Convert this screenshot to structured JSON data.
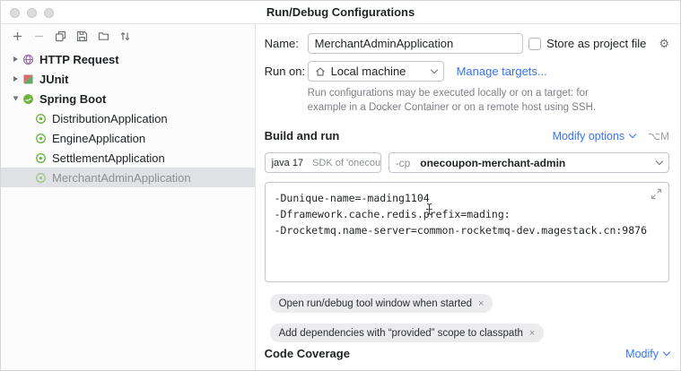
{
  "window": {
    "title": "Run/Debug Configurations"
  },
  "icons": {
    "gear": "⚙",
    "chip_remove": "×"
  },
  "colors": {
    "link_blue": "#3574f0",
    "selection_gray": "#dfe1e5",
    "spring_green": "#6db33f"
  },
  "sidebar": {
    "toolbar_icons": [
      "add",
      "remove",
      "copy",
      "save-configuration",
      "new-folder",
      "sort"
    ],
    "tree": [
      {
        "label": "HTTP Request"
      },
      {
        "label": "JUnit"
      },
      {
        "label": "Spring Boot"
      },
      {
        "label": "DistributionApplication"
      },
      {
        "label": "EngineApplication"
      },
      {
        "label": "SettlementApplication"
      },
      {
        "label": "MerchantAdminApplication"
      }
    ]
  },
  "form": {
    "name": {
      "label": "Name:",
      "value": "MerchantAdminApplication"
    },
    "store": {
      "label": "Store as project file"
    },
    "run_on": {
      "label": "Run on:",
      "value": "Local machine",
      "manage": "Manage targets...",
      "help": "Run configurations may be executed locally or on a target: for example in a Docker Container or on a remote host using SSH."
    },
    "build": {
      "title": "Build and run",
      "modify": "Modify options",
      "shortcut": "⌥M",
      "jdk_primary": "java 17",
      "jdk_secondary": "SDK of 'onecoupo",
      "cp_prefix": "-cp",
      "cp_module": "onecoupon-merchant-admin",
      "vm_options": "-Dunique-name=-mading1104\n-Dframework.cache.redis.prefix=mading:\n-Drocketmq.name-server=common-rocketmq-dev.magestack.cn:9876"
    },
    "chips": [
      "Open run/debug tool window when started",
      "Add dependencies with “provided” scope to classpath"
    ],
    "coverage": {
      "title": "Code Coverage",
      "modify": "Modify"
    }
  }
}
